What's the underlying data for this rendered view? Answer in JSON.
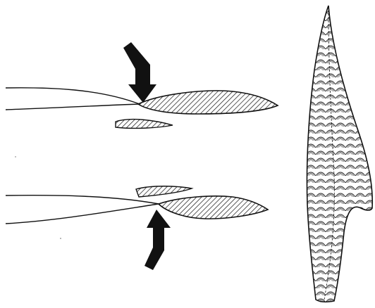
{
  "diagram": {
    "kind": "flintknapping-illustration",
    "panels": [
      "pressure-flaking-top-view",
      "pressure-flaking-bottom-view",
      "flaked-point"
    ],
    "colors": {
      "ink": "#111111",
      "paper": "#ffffff"
    },
    "icons": [
      "down-arrow-icon",
      "up-arrow-icon"
    ]
  }
}
